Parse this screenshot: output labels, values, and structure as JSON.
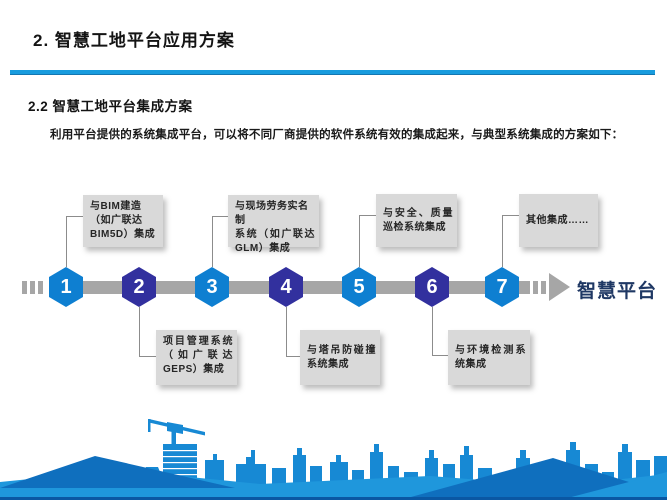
{
  "header": {
    "title": "2. 智慧工地平台应用方案"
  },
  "section": {
    "title": "2.2 智慧工地平台集成方案",
    "intro": "利用平台提供的系统集成平台，可以将不同厂商提供的软件系统有效的集成起来，与典型系统集成的方案如下："
  },
  "diagram": {
    "platform_label": "智慧平台",
    "steps": [
      {
        "number": "1",
        "position": "above",
        "lines": [
          "与BIM建造",
          "（如广联达",
          "BIM5D）集成"
        ]
      },
      {
        "number": "2",
        "position": "below",
        "lines": [
          "项目管理系统",
          "（如广联达",
          "GEPS）集成"
        ]
      },
      {
        "number": "3",
        "position": "above",
        "lines": [
          "与现场劳务实名制",
          "系统（如广联达",
          "GLM）集成"
        ]
      },
      {
        "number": "4",
        "position": "below",
        "lines": [
          "与塔吊防碰撞",
          "系统集成"
        ]
      },
      {
        "number": "5",
        "position": "above",
        "lines": [
          "与安全、质量",
          "巡检系统集成"
        ]
      },
      {
        "number": "6",
        "position": "below",
        "lines": [
          "与环境检测系",
          "统集成"
        ]
      },
      {
        "number": "7",
        "position": "above",
        "lines": [
          "其他集成……"
        ]
      }
    ]
  },
  "colors": {
    "hex_blue": "#0e7fd1",
    "hex_indigo": "#32309e",
    "divider_blue": "#189cde",
    "shaft_gray": "#a6a6a6",
    "box_gray": "#d9d9d9",
    "platform_text": "#1f3864",
    "skyline_blue": "#1789d4",
    "hill_dark": "#0f6fbe",
    "hill_bright": "#1f97dc",
    "bottom_strip": "#0a57a3"
  }
}
